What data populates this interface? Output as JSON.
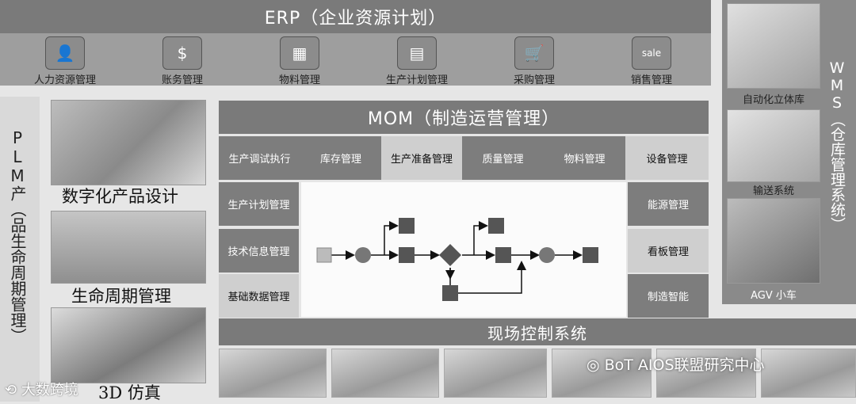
{
  "erp": {
    "title": "ERP（企业资源计划）",
    "items": [
      {
        "label": "人力资源管理",
        "icon": "person-icon",
        "glyph": "👤"
      },
      {
        "label": "账务管理",
        "icon": "money-bag-icon",
        "glyph": "$"
      },
      {
        "label": "物料管理",
        "icon": "boxes-icon",
        "glyph": "▦"
      },
      {
        "label": "生产计划管理",
        "icon": "document-icon",
        "glyph": "▤"
      },
      {
        "label": "采购管理",
        "icon": "shopping-cart-icon",
        "glyph": "🛒"
      },
      {
        "label": "销售管理",
        "icon": "sale-bag-icon",
        "glyph": "sale"
      }
    ]
  },
  "plm": {
    "title": "PLM产（品生命周期管理）",
    "captions": [
      "数字化产品设计",
      "生命周期管理",
      "3D 仿真"
    ]
  },
  "mom": {
    "title": "MOM（制造运营管理）",
    "top_row": [
      "生产调试执行",
      "库存管理",
      "生产准备管理",
      "质量管理",
      "物料管理",
      "设备管理"
    ],
    "left_col": [
      "生产计划管理",
      "技术信息管理",
      "基础数据管理"
    ],
    "right_col": [
      "能源管理",
      "看板管理",
      "制造智能"
    ]
  },
  "control": {
    "title": "现场控制系统"
  },
  "wms": {
    "title": "WMS（仓库管理系统）",
    "items": [
      "自动化立体库",
      "输送系统",
      "AGV 小车"
    ]
  },
  "watermark": {
    "left": "大数跨境",
    "right": "BoT AIOS联盟研究中心"
  },
  "colors": {
    "dark_bar": "#7a7a7a",
    "cell_dark": "#7d7d7d",
    "cell_mid": "#a8a8a8",
    "cell_light": "#cfcfcf"
  }
}
